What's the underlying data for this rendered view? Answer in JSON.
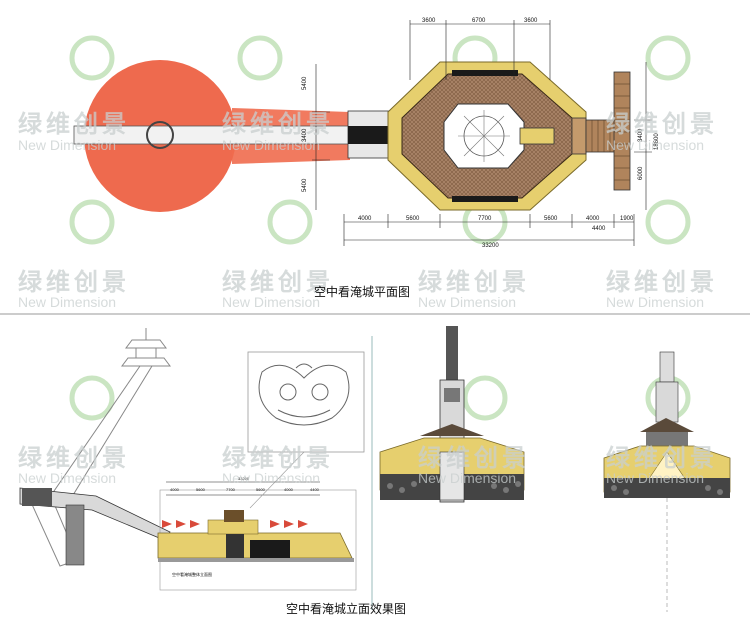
{
  "captions": {
    "plan": "空中看淹城平面图",
    "elevation": "空中看淹城立面效果图"
  },
  "watermark": {
    "cn": "绿维创景",
    "en": "New Dimension"
  },
  "plan_dims": {
    "top": [
      "3600",
      "6700",
      "3600"
    ],
    "left_vertical": [
      "5400",
      "3400",
      "5400"
    ],
    "right_vertical": [
      "18600",
      "3400",
      "6000"
    ],
    "bottom": [
      "4000",
      "5600",
      "7700",
      "5600",
      "4000",
      "4400",
      "1900"
    ],
    "total": "33200"
  },
  "elevation_dims": {
    "row": [
      "4000",
      "5600",
      "7700",
      "5600",
      "4000",
      "4400"
    ],
    "total": "33200",
    "sheet_label": "空中看淹城整体立面图"
  },
  "colors": {
    "orange": "#ee6a4e",
    "gold": "#e6cf6e",
    "brown_grid": "#a07a58",
    "dark": "#1a1a1a",
    "watermark": "#c9cfcf"
  }
}
